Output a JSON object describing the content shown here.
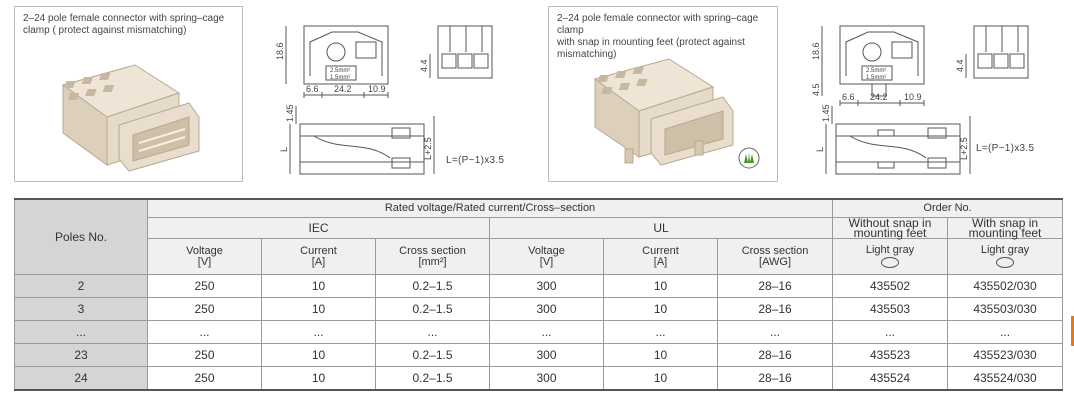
{
  "products": [
    {
      "title": "2–24 pole female connector with spring–cage\nclamp ( protect against mismatching)",
      "drawing": {
        "dims": [
          "18.6",
          "6.6",
          "24.2",
          "10.9",
          "4.4",
          "1.45",
          "L",
          "L+2.5"
        ],
        "tags": [
          "2.5mm²",
          "1.5mm²"
        ],
        "formula": "L=(P−1)x3.5"
      }
    },
    {
      "title": "2–24 pole female connector with spring–cage clamp\nwith snap in mounting feet (protect against mismatching)",
      "drawing": {
        "dims": [
          "18.6",
          "4.5",
          "6.6",
          "24.2",
          "10.9",
          "4.4",
          "1.45",
          "L",
          "L+2.5"
        ],
        "tags": [
          "2.5mm²",
          "1.5mm²"
        ],
        "formula": "L=(P−1)x3.5"
      }
    }
  ],
  "table": {
    "poles_header": "Poles No.",
    "rated_header": "Rated voltage/Rated current/Cross–section",
    "order_header": "Order No.",
    "iec_label": "IEC",
    "ul_label": "UL",
    "without_snap": "Without snap in mounting feet",
    "with_snap": "With snap in mounting feet",
    "columns": [
      {
        "name": "Voltage",
        "unit": "[V]"
      },
      {
        "name": "Current",
        "unit": "[A]"
      },
      {
        "name": "Cross section",
        "unit": "[mm²]"
      },
      {
        "name": "Voltage",
        "unit": "[V]"
      },
      {
        "name": "Current",
        "unit": "[A]"
      },
      {
        "name": "Cross section",
        "unit": "[AWG]"
      }
    ],
    "color_label_1": "Light gray",
    "color_label_2": "Light gray",
    "rows": [
      [
        "2",
        "250",
        "10",
        "0.2–1.5",
        "300",
        "10",
        "28–16",
        "435502",
        "435502/030"
      ],
      [
        "3",
        "250",
        "10",
        "0.2–1.5",
        "300",
        "10",
        "28–16",
        "435503",
        "435503/030"
      ],
      [
        "...",
        "...",
        "...",
        "...",
        "...",
        "...",
        "...",
        "...",
        "..."
      ],
      [
        "23",
        "250",
        "10",
        "0.2–1.5",
        "300",
        "10",
        "28–16",
        "435523",
        "435523/030"
      ],
      [
        "24",
        "250",
        "10",
        "0.2–1.5",
        "300",
        "10",
        "28–16",
        "435524",
        "435524/030"
      ]
    ]
  },
  "colors": {
    "connector": "#e8dccb",
    "header_gray": "#d5d5d5",
    "line": "#555555",
    "badge_green": "#4a9a2a"
  }
}
